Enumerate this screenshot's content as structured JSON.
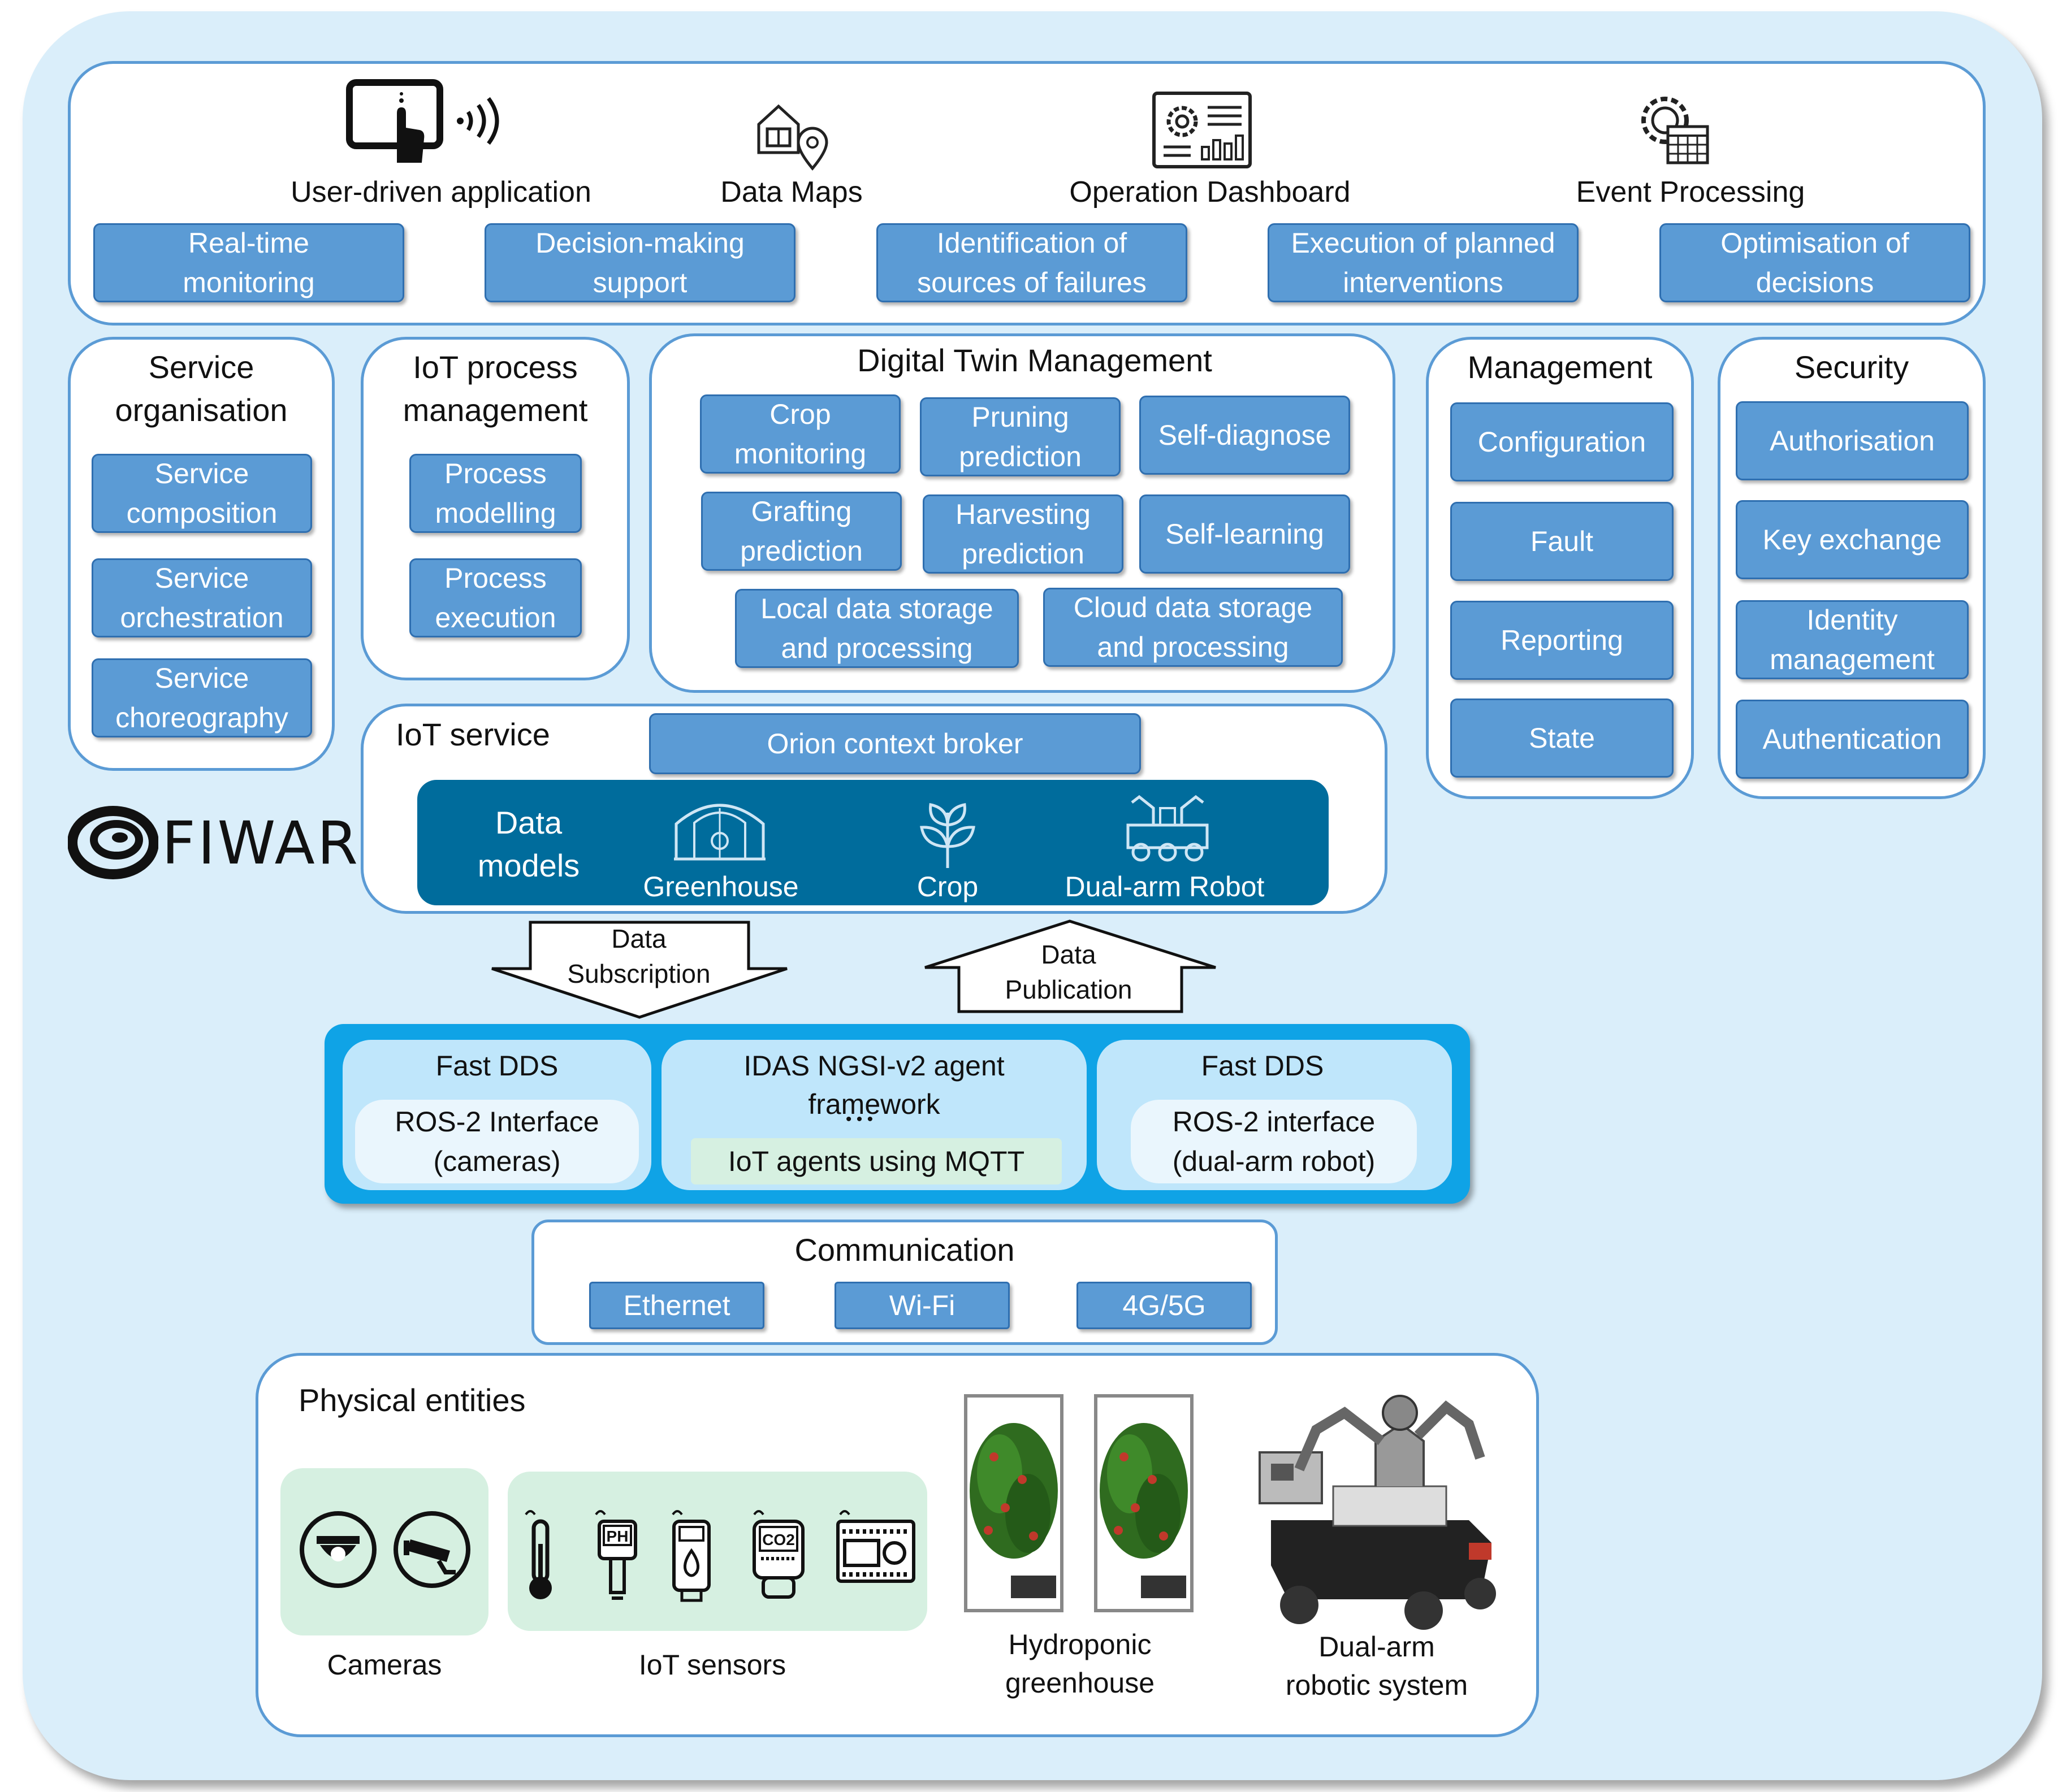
{
  "app": {
    "app_layer": {
      "apps": [
        "User-driven  application",
        "Data Maps",
        "Operation Dashboard",
        "Event Processing"
      ],
      "functions": [
        "Real-time\nmonitoring",
        "Decision-making\nsupport",
        "Identification of\nsources of failures",
        "Execution of planned\ninterventions",
        "Optimisation of\ndecisions"
      ]
    },
    "service_org": {
      "title": "Service\norganisation",
      "items": [
        "Service\ncomposition",
        "Service\norchestration",
        "Service\nchoreography"
      ]
    },
    "iot_process": {
      "title": "IoT process\nmanagement",
      "items": [
        "Process\nmodelling",
        "Process\nexecution"
      ]
    },
    "digital_twin": {
      "title": "Digital Twin Management",
      "items": [
        "Crop\nmonitoring",
        "Pruning\nprediction",
        "Self-diagnose",
        "Grafting\nprediction",
        "Harvesting\nprediction",
        "Self-learning",
        "Local data storage\nand processing",
        "Cloud data storage\nand processing"
      ]
    },
    "management": {
      "title": "Management",
      "items": [
        "Configuration",
        "Fault",
        "Reporting",
        "State"
      ]
    },
    "security": {
      "title": "Security",
      "items": [
        "Authorisation",
        "Key exchange",
        "Identity\nmanagement",
        "Authentication"
      ]
    },
    "fiware_logo": "FIWARE",
    "iot_service": {
      "title": "IoT service",
      "broker": "Orion context broker",
      "data_models_label": "Data\nmodels",
      "models": [
        "Greenhouse",
        "Crop",
        "Dual-arm Robot"
      ]
    },
    "arrows": {
      "subscription": "Data\nSubscription",
      "publication": "Data\nPublication"
    },
    "agents": {
      "left_title": "Fast DDS",
      "left_sub": "ROS-2 Interface\n(cameras)",
      "middle_title": "IDAS NGSI-v2  agent\nframework",
      "middle_dots": "• • •",
      "middle_sub": "IoT agents using MQTT",
      "right_title": "Fast DDS",
      "right_sub": "ROS-2 interface\n(dual-arm robot)"
    },
    "communication": {
      "title": "Communication",
      "items": [
        "Ethernet",
        "Wi-Fi",
        "4G/5G"
      ]
    },
    "physical": {
      "title": "Physical entities",
      "items": [
        "Cameras",
        "IoT sensors",
        "Hydroponic\ngreenhouse",
        "Dual-arm\nrobotic system"
      ],
      "sensor_labels": [
        "PH",
        "CO2"
      ]
    }
  },
  "colors": {
    "box_fill": "#5b9bd5",
    "panel_border": "#5b9bd5",
    "background": "#daeefa",
    "data_model_bar": "#006c9c",
    "agent_frame": "#0fa3e6",
    "sensor_bg": "#d6f0e1"
  }
}
